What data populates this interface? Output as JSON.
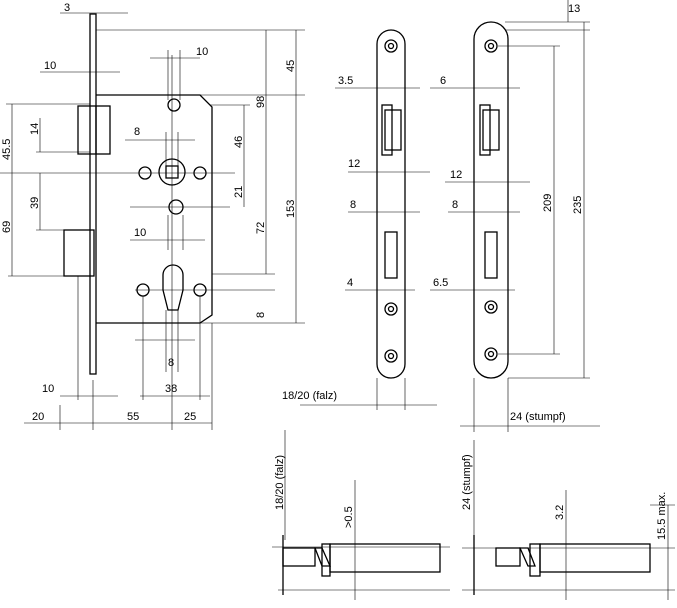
{
  "dims_left": {
    "d3": "3",
    "d10_top": "10",
    "d10_left": "10",
    "d45_5": "45.5",
    "d14": "14",
    "d8_upper": "8",
    "d39": "39",
    "d69": "69",
    "d10_mid": "10",
    "d8_lower": "8",
    "d10_bottom": "10",
    "d38": "38",
    "d20": "20",
    "d55": "55",
    "d25": "25",
    "d45": "45",
    "d98": "98",
    "d46": "46",
    "d21": "21",
    "d72": "72",
    "d153": "153",
    "d8_right": "8"
  },
  "dims_faceplate_falz": {
    "d3_5": "3.5",
    "d12": "12",
    "d8": "8",
    "d4": "4",
    "label": "18/20 (falz)"
  },
  "dims_faceplate_stumpf": {
    "d6": "6",
    "d12": "12",
    "d8": "8",
    "d6_5": "6.5",
    "d13": "13",
    "d209": "209",
    "d235": "235",
    "label": "24 (stumpf)"
  },
  "dims_bottom": {
    "falz_label": "18/20 (falz)",
    "d0_5": ">0.5",
    "stumpf_label": "24 (stumpf)",
    "d3_2": "3.2",
    "d15_5": "15.5 max."
  }
}
